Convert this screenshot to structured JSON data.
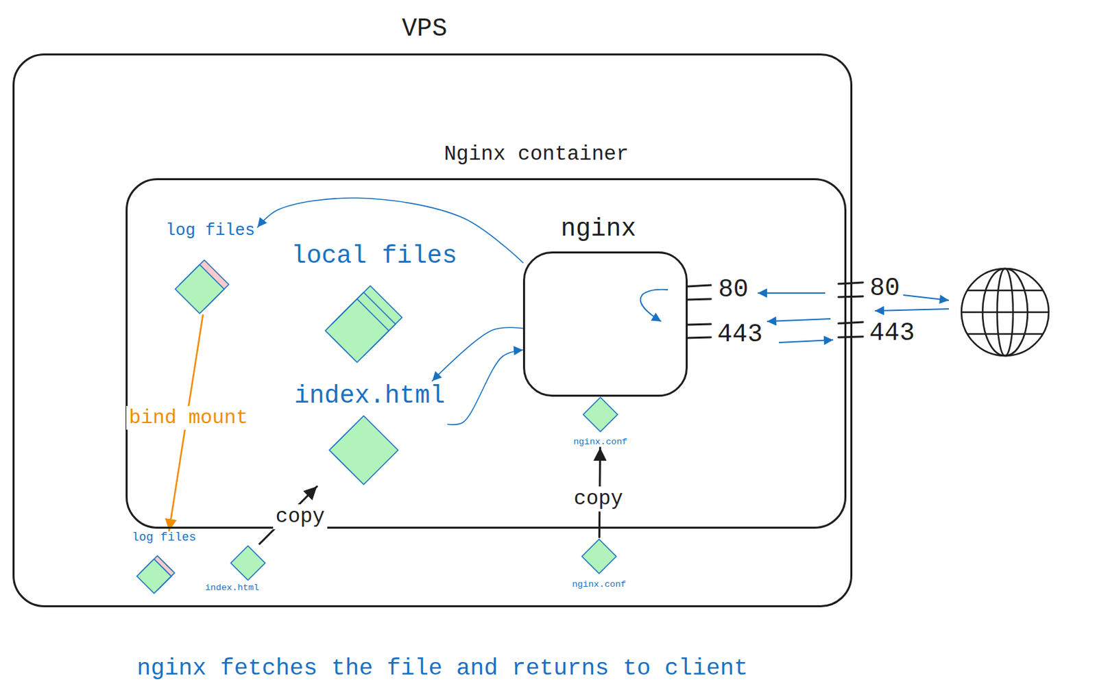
{
  "diagram": {
    "caption": "nginx fetches the file and returns to client",
    "nodes": [
      {
        "text": [
          "VPS"
        ]
      },
      {
        "text": [
          "Nginx container"
        ],
        "in": 0
      },
      {
        "text": [
          "log files"
        ],
        "in": 1
      },
      {
        "text": [
          "local files"
        ],
        "in": 1
      },
      {
        "text": [
          "index.html"
        ],
        "in": 1
      },
      {
        "text": [
          "nginx"
        ],
        "in": 1
      },
      {
        "text": [
          "nginx.conf"
        ],
        "in": 1
      },
      {
        "text": [
          "log files"
        ],
        "in": 0
      },
      {
        "text": [
          "index.html"
        ],
        "in": 0
      },
      {
        "text": [
          "nginx.conf"
        ],
        "in": 0
      }
    ],
    "edges": [
      {
        "from": 2,
        "to": 7,
        "label": "bind mount",
        "arrow": "to"
      },
      {
        "from": 8,
        "to": 4,
        "label": "copy",
        "arrow": "to"
      },
      {
        "from": 9,
        "to": 6,
        "label": "copy",
        "arrow": "to"
      },
      {
        "from": 5,
        "to": 2,
        "arrow": "to"
      },
      {
        "from": 5,
        "to": 4,
        "arrow": "to"
      },
      {
        "from": 4,
        "to": 5,
        "arrow": "to"
      }
    ],
    "labels": [
      "80",
      "443",
      "80",
      "443"
    ]
  }
}
